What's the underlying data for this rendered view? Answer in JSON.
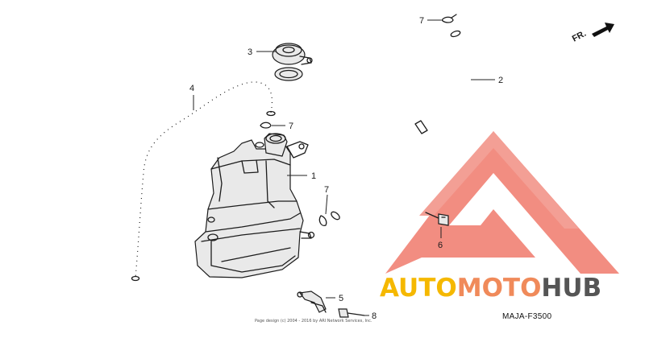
{
  "diagram": {
    "code": "MAJA-F3500",
    "copyright": "Page design (c) 2004 - 2016 by ARI Network Services, Inc.",
    "direction_label": "FR.",
    "callouts": {
      "tank": "1",
      "overflow_hose": "2",
      "cap": "3",
      "siphon_hose": "4",
      "clamp": "5",
      "bolt_6": "6",
      "clip_top": "7",
      "clip_mid": "7",
      "clip_side": "7",
      "bolt_8": "8"
    }
  },
  "watermark": {
    "part1": "AUTO",
    "part2": "MOTO",
    "part3": "HUB",
    "colors": {
      "triangle": "#f07a6c",
      "auto": "#f5b800",
      "moto": "#f08a5a",
      "hub": "#555555"
    }
  }
}
